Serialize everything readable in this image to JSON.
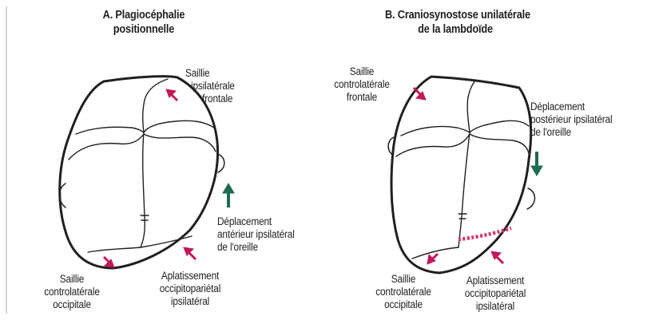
{
  "panel_a": {
    "title": [
      "A. Plagiocéphalie",
      "positionnelle"
    ],
    "labels": {
      "frontal": [
        "Saillie",
        "ipsilatérale",
        "frontale"
      ],
      "ear": [
        "Déplacement",
        "antérieur ipsilatéral",
        "de l'oreille"
      ],
      "occipital": [
        "Saillie",
        "controlatérale",
        "occipitale"
      ],
      "flattening": [
        "Aplatissement",
        "occipitopariétal",
        "ipsilatéral"
      ]
    }
  },
  "panel_b": {
    "title": [
      "B. Craniosynostose unilatérale",
      "de la lambdoïde"
    ],
    "labels": {
      "frontal": [
        "Saillie",
        "controlatérale",
        "frontale"
      ],
      "ear": [
        "Déplacement",
        "postérieur ipsilatéral",
        "de l'oreille"
      ],
      "occipital": [
        "Saillie",
        "controlatérale",
        "occipitale"
      ],
      "flattening": [
        "Aplatissement",
        "occipitopariétal",
        "ipsilatéral"
      ]
    }
  },
  "colors": {
    "outline": "#231f20",
    "arrow_bump": "#c2185b",
    "arrow_ear": "#1e6b4f",
    "fused_suture": "#d6336c"
  }
}
